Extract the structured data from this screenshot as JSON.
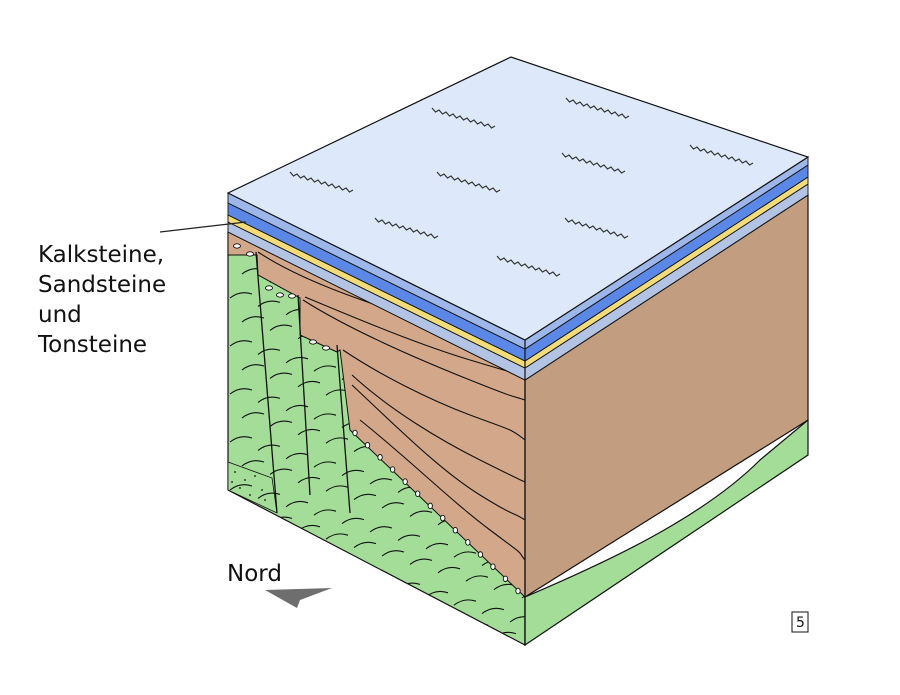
{
  "label": {
    "lines": [
      "Kalksteine,",
      "Sandsteine",
      "und",
      "Tonsteine"
    ]
  },
  "direction_label": "Nord",
  "page_number": "5",
  "colors": {
    "water": "#dde9fb",
    "water_edge": "#9db7ea",
    "blue_layer": "#5b87e6",
    "yellow_layer": "#f2dc7a",
    "grey_blue_layer": "#b3c3e3",
    "brown_front": "#d3a88a",
    "brown_side": "#c29d7f",
    "green": "#a3dd98",
    "arrow": "#6e6e6e"
  }
}
